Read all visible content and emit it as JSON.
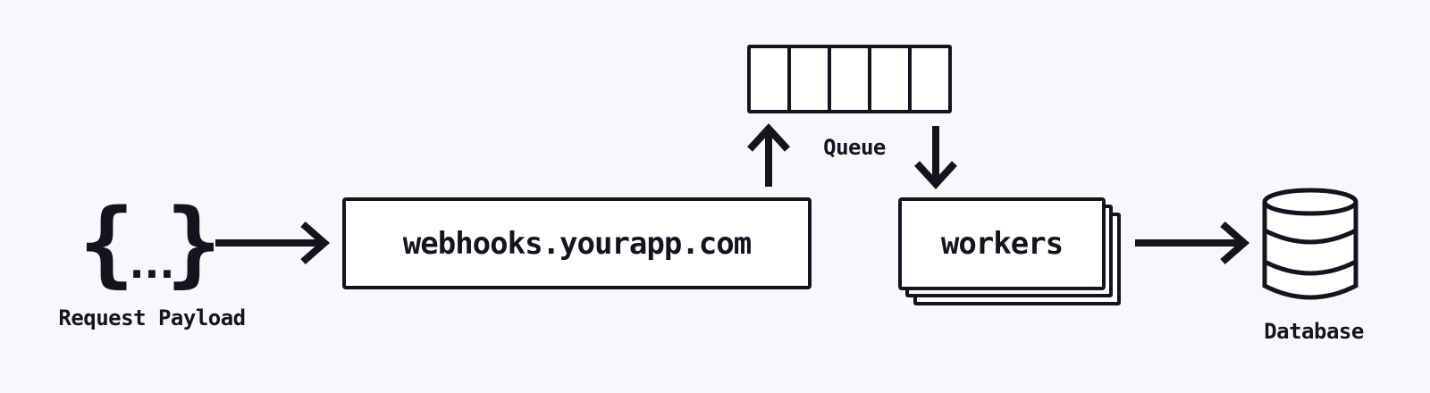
{
  "theme": {
    "background": "#f8f8fc",
    "ink": "#14141f",
    "node_fill": "#ffffff"
  },
  "diagram": {
    "payload": {
      "brace_open": "{",
      "dots": "...",
      "brace_close": "}",
      "label": "Request Payload"
    },
    "webhook_endpoint": {
      "label": "webhooks.yourapp.com"
    },
    "queue": {
      "label": "Queue",
      "cell_count": 5
    },
    "workers": {
      "label": "workers",
      "stack_count": 3
    },
    "database": {
      "label": "Database"
    }
  }
}
